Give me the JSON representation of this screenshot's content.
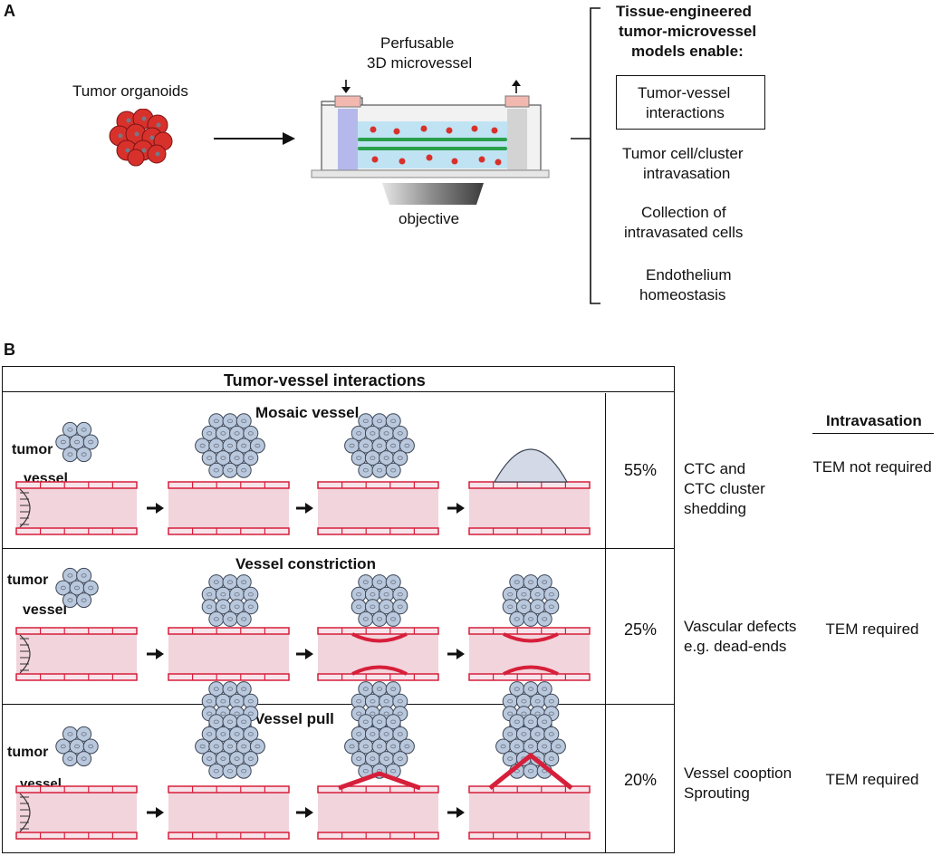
{
  "panel_a": {
    "label": "A",
    "organoids_label": "Tumor organoids",
    "device_title_line1": "Perfusable",
    "device_title_line2": "3D microvessel",
    "objective_label": "objective",
    "enable_title_line1": "Tissue-engineered",
    "enable_title_line2": "tumor-microvessel",
    "enable_title_line3": "models enable:",
    "items": [
      {
        "line1": "Tumor-vessel",
        "line2": "interactions"
      },
      {
        "line1": "Tumor cell/cluster",
        "line2": "intravasation"
      },
      {
        "line1": "Collection of",
        "line2": "intravasated cells"
      },
      {
        "line1": "Endothelium",
        "line2": "homeostasis"
      }
    ]
  },
  "panel_b": {
    "label": "B",
    "table_title": "Tumor-vessel interactions",
    "intravasation_header": "Intravasation",
    "tumor_label": "tumor",
    "vessel_label": "vessel",
    "rows": [
      {
        "title": "Mosaic vessel",
        "percent": "55%",
        "desc_line1": "CTC and",
        "desc_line2": "CTC cluster",
        "desc_line3": "shedding",
        "intravasation": "TEM not required"
      },
      {
        "title": "Vessel constriction",
        "percent": "25%",
        "desc_line1": "Vascular defects",
        "desc_line2": "e.g. dead-ends",
        "desc_line3": "",
        "intravasation": "TEM required"
      },
      {
        "title": "Vessel pull",
        "percent": "20%",
        "desc_line1": "Vessel cooption",
        "desc_line2": "Sprouting",
        "desc_line3": "",
        "intravasation": "TEM required"
      }
    ]
  },
  "colors": {
    "tumor_cell_red": "#d8312c",
    "tumor_cell_blue": "#b9c8dc",
    "vessel_wall": "#d61f3a",
    "vessel_lumen": "#f2d4dc",
    "channel_blue": "#bfe3f3",
    "green_vessel": "#2aa04a",
    "port_pink": "#f2b8b0",
    "inlet_purple": "#b5b8ea"
  }
}
